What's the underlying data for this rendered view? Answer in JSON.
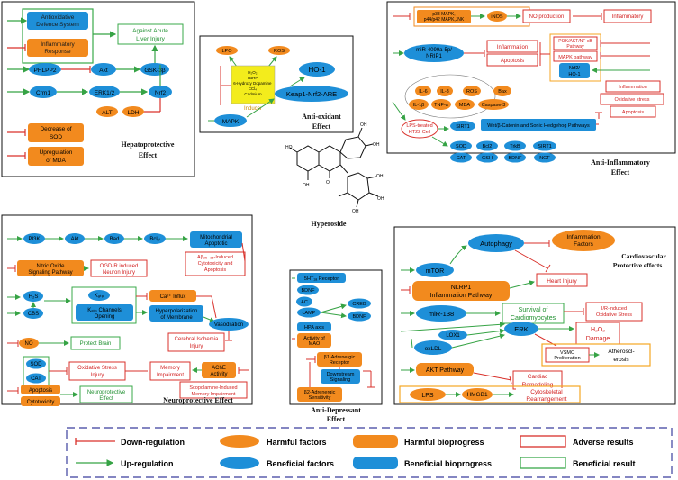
{
  "molecule": {
    "name": "Hyperoside"
  },
  "colors": {
    "harmful_fill": "#f28a1e",
    "beneficial_fill": "#1e8fd8",
    "adverse_stroke": "#d9312b",
    "beneficial_stroke": "#3aa94a",
    "downreg": "#d9312b",
    "upreg": "#36a345",
    "inducer_fill": "#f3ec1c",
    "legend_border": "#3b3f9e"
  },
  "hepato": {
    "title_l1": "Hepatoprotective",
    "title_l2": "Effect",
    "antiox_l1": "Antioxidative",
    "antiox_l2": "Defence System",
    "inflam_l1": "Inflammatory",
    "inflam_l2": "Response",
    "against_l1": "Against Acute",
    "against_l2": "Liver Injury",
    "phlpp2": "PHLPP2",
    "akt": "Akt",
    "gsk": "GSK-3β",
    "crm1": "Crm1",
    "erk": "ERK1/2",
    "nrf2": "Nrf2",
    "alt": "ALT",
    "ldh": "LDH",
    "sod_l1": "Decrease of",
    "sod_l2": "SOD",
    "mda_l1": "Upregulation",
    "mda_l2": "of MDA"
  },
  "antiox": {
    "title_l1": "Anti-oxidant",
    "title_l2": "Effect",
    "lpo": "LPO",
    "ros": "ROS",
    "inducer_lines": [
      "H₂O₂",
      "TBHP",
      "6-Hydroxy Dopamine",
      "CCl₄",
      "Cadmium"
    ],
    "inducer_label": "Inducer",
    "ho1": "HO-1",
    "keap": "Keap1-Nrf2-ARE",
    "mapk": "MAPK"
  },
  "antiinf": {
    "title_l1": "Anti-Inflammatory",
    "title_l2": "Effect",
    "p38_l1": "p38 MAPK,",
    "p38_l2": "p44/p42 MAPK,JNK",
    "inos": "iNOS",
    "no": "NO production",
    "inflammatory": "Inflammatory",
    "mir_l1": "miR-4099a-5p/",
    "mir_l2": "NRIP1",
    "inflammation": "Inflammation",
    "apoptosis": "Apoptosis",
    "pi3k_l1": "PI3K/AKT/NF-κB",
    "pi3k_l2": "Pathway",
    "mapk_path": "MAPK pathway",
    "nrf2_l1": "Nrf2/",
    "nrf2_l2": "HO-1",
    "il6": "IL-6",
    "il8": "IL-8",
    "ros": "ROS",
    "bax": "Bax",
    "il1b": "IL-1β",
    "tnfa": "TNF-α",
    "mda": "MDA",
    "casp": "Caspase-3",
    "inflammation2": "Inflammation",
    "oxstress": "Oxidative stress",
    "apoptosis2": "Apoptosis",
    "lps_l1": "LPS-treated",
    "lps_l2": "HT22 Cell",
    "sirt1": "SIRT1",
    "wnt": "Wnt/β-Catenin and Sonic Hedgehog Pathways",
    "sod": "SOD",
    "bcl2": "Bcl2",
    "trkb": "TrkB",
    "sirt1b": "SIRT1",
    "cat": "CAT",
    "gsh": "GSH",
    "bdnf": "BDNF",
    "ngf": "NGF"
  },
  "neuro": {
    "title": "Neuroprotective Effect",
    "pi3k": "PI3K",
    "akt": "Akt",
    "bad": "Bad",
    "bclx": "Bclₓₗ",
    "mito_l1": "Mitochondrial",
    "mito_l2": "Apoptotic",
    "abeta_l1": "Aβ₂₅₋₃₅-Induced",
    "abeta_l2": "Cytotoxicity and",
    "abeta_l3": "Apoptosis",
    "nitric_l1": "Nitric Oxide",
    "nitric_l2": "Signaling Pathway",
    "ogdr_l1": "OGD-R induced",
    "ogdr_l2": "Neuron Injury",
    "h2s": "H₂S",
    "cbs": "CBS",
    "katp": "Kₐₜₚ",
    "kchan_l1": "Kₐₜₚ Channels",
    "kchan_l2": "Opening",
    "ca": "Ca²⁺ Influx",
    "hyper_l1": "Hyperpolarization",
    "hyper_l2": "of Membrane",
    "vaso": "Vasodilation",
    "no": "NO",
    "protect": "Protect Brain",
    "cereb_l1": "Cerebral Ischemia",
    "cereb_l2": "Injury",
    "sod": "SOD",
    "cat": "CAT",
    "oxi_l1": "Oxidative Stress",
    "oxi_l2": "Injury",
    "mem_l1": "Memory",
    "mem_l2": "Impairment",
    "ache_l1": "AChE",
    "ache_l2": "Activity",
    "scop_l1": "Scopolamine-Induced",
    "scop_l2": "Memory Impairment",
    "apop": "Apoptosis",
    "cyto": "Cytotoxicity",
    "neurop_l1": "Neuroprotective",
    "neurop_l2": "Effect"
  },
  "antidep": {
    "title_l1": "Anti-Depressant",
    "title_l2": "Effect",
    "ht": "5HT₁ₐ Receptor",
    "bdnf": "BDNF",
    "ac": "AC",
    "creb": "CREB",
    "camp": "cAMP",
    "bdnf2": "BDNF",
    "hpa": "HPA axis",
    "mao_l1": "Activity of",
    "mao_l2": "MAO",
    "b1_l1": "β1-Adrenergic",
    "b1_l2": "Receptor",
    "down_l1": "Downstream",
    "down_l2": "Signaling",
    "b2_l1": "β2-Adrenergic",
    "b2_l2": "Sensitivity"
  },
  "cardio": {
    "title_l1": "Cardiovascular",
    "title_l2": "Protective effects",
    "autophagy": "Autophagy",
    "infl_l1": "Inflammation",
    "infl_l2": "Factors",
    "mtor": "mTOR",
    "nlrp_l1": "NLRP1",
    "nlrp_l2": "Inflammation Pathway",
    "heart": "Heart Injury",
    "mir": "miR-138",
    "surv_l1": "Survival of",
    "surv_l2": "Cardiomyocytes",
    "ir_l1": "I/R-induced",
    "ir_l2": "Oxidative Stress",
    "lox": "LOX1",
    "erk": "ERK",
    "h2o2_l1": "H₂O₂",
    "h2o2_l2": "Damage",
    "oxldl": "oxLDL",
    "vsmc_l1": "VSMC",
    "vsmc_l2": "Proliferation",
    "athero_l1": "Atheroscl-",
    "athero_l2": "erosis",
    "akt": "AKT Pathway",
    "cardiac_l1": "Cardiac",
    "cardiac_l2": "Remodeling",
    "lps": "LPS",
    "hmgb": "HMGB1",
    "cyto_l1": "Cytoskeletal",
    "cyto_l2": "Rearrangement"
  },
  "legend": {
    "down": "Down-regulation",
    "up": "Up-regulation",
    "harm_f": "Harmful factors",
    "ben_f": "Beneficial factors",
    "harm_b": "Harmful bioprogress",
    "ben_b": "Beneficial bioprogress",
    "adv": "Adverse results",
    "ben_r": "Beneficial result"
  }
}
